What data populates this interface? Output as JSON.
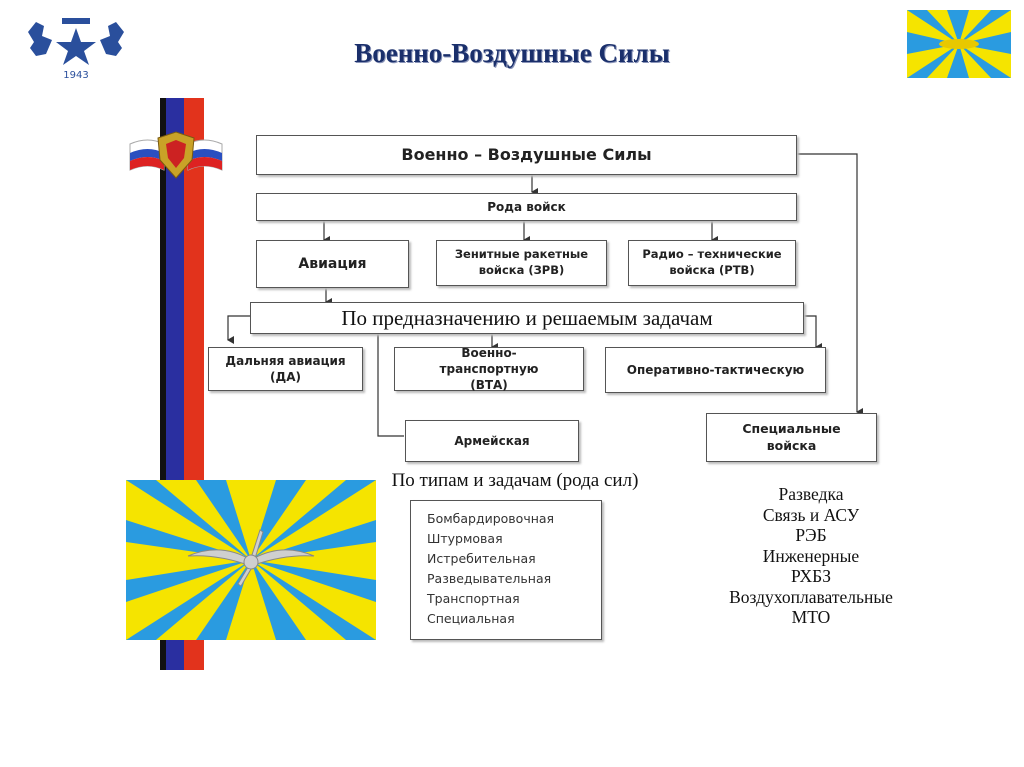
{
  "slide_title": "Военно-Воздушные Силы",
  "logo_year": "1943",
  "boxes": {
    "vvs": "Военно – Воздушные Силы",
    "rody": "Рода войск",
    "aviation": "Авиация",
    "zrv": "Зенитные ракетные войска (ЗРВ)",
    "rtv": "Радио – технические войска (РТВ)",
    "purpose": "По предназначению и решаемым задачам",
    "da": "Дальняя авиация (ДА)",
    "vta": "Военно-транспортную (ВТА)",
    "ota": "Оперативно-тактическую",
    "army": "Армейская",
    "special": "Специальные войска"
  },
  "types_label": "По типам и задачам (рода сил)",
  "types_list": [
    "Бомбардировочная",
    "Штурмовая",
    "Истребительная",
    "Разведывательная",
    "Транспортная",
    "Специальная"
  ],
  "special_list": [
    "Разведка",
    "Связь и АСУ",
    "РЭБ",
    "Инженерные",
    "РХБЗ",
    "Воздухоплавательные",
    "МТО"
  ],
  "colors": {
    "title": "#1a2f6b",
    "flag_yellow": "#f5e400",
    "flag_blue": "#2a9be0",
    "stripe_blue": "#2a2fa0",
    "stripe_red": "#e2331c"
  }
}
